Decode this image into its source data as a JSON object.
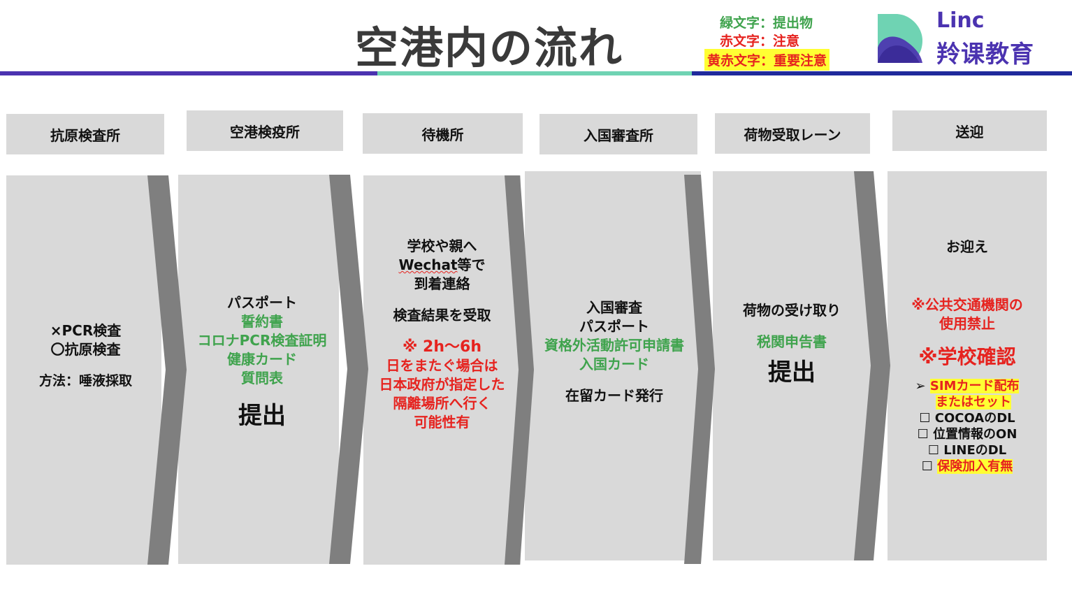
{
  "title": "空港内の流れ",
  "legend": {
    "green": "緑文字：提出物",
    "red": "赤文字：注意",
    "yellow_red": "黄赤文字：重要注意"
  },
  "logo": {
    "en": "Linc",
    "cn": "羚课教育"
  },
  "colors": {
    "bar_purple": "#4b33b0",
    "bar_teal": "#6fd3b3",
    "bar_navy": "#1f2a9c",
    "panel": "#d9d9d9",
    "chevron": "#7f7f7f",
    "green": "#3fa34d",
    "red": "#e6231f",
    "highlight": "#ffff33"
  },
  "steps": [
    {
      "header": "抗原検査所",
      "lines": [
        "×PCR検査",
        "〇抗原検査",
        "方法：唾液採取"
      ]
    },
    {
      "header": "空港検疫所",
      "lines": [
        "パスポート",
        "誓約書",
        "コロナPCR検査証明",
        "健康カード",
        "質問表",
        "提出"
      ]
    },
    {
      "header": "待機所",
      "lines": [
        "学校や親へ",
        "Wechat",
        "等で",
        "到着連絡",
        "検査結果を受取",
        "※ 2h～6h",
        "日をまたぐ場合は",
        "日本政府が指定した",
        "隔離場所へ行く",
        "可能性有"
      ]
    },
    {
      "header": "入国審査所",
      "lines": [
        "入国審査",
        "パスポート",
        "資格外活動許可申請書",
        "入国カード",
        "在留カード発行"
      ]
    },
    {
      "header": "荷物受取レーン",
      "lines": [
        "荷物の受け取り",
        "税関申告書",
        "提出"
      ]
    },
    {
      "header": "送迎",
      "lines": [
        "お迎え",
        "※公共交通機関の",
        "使用禁止",
        "※学校確認",
        "➢",
        "SIMカード配布",
        "またはセット",
        "☐",
        "COCOAのDL",
        "☐",
        "位置情報のON",
        "☐",
        "LINEのDL",
        "☐",
        "保険加入有無"
      ]
    }
  ]
}
